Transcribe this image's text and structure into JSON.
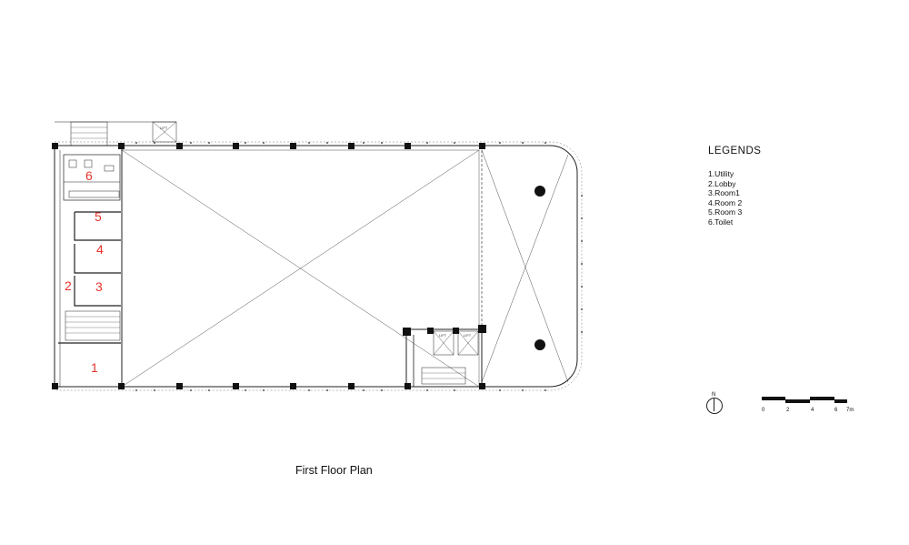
{
  "title": "First Floor Plan",
  "legend": {
    "heading": "LEGENDS",
    "items": [
      "1.Utility",
      "2.Lobby",
      "3.Room1",
      "4.Room 2",
      "5.Room 3",
      "6.Toilet"
    ]
  },
  "room_numbers": [
    "1",
    "2",
    "3",
    "4",
    "5",
    "6"
  ],
  "lift_labels": [
    "LIFT",
    "LIFT",
    "LIFT"
  ],
  "north_label": "N",
  "scale_labels": [
    "0",
    "2",
    "4",
    "6",
    "7m"
  ],
  "colors": {
    "lines": "#111111",
    "room_numbers": "#e8322b",
    "background": "#ffffff"
  }
}
